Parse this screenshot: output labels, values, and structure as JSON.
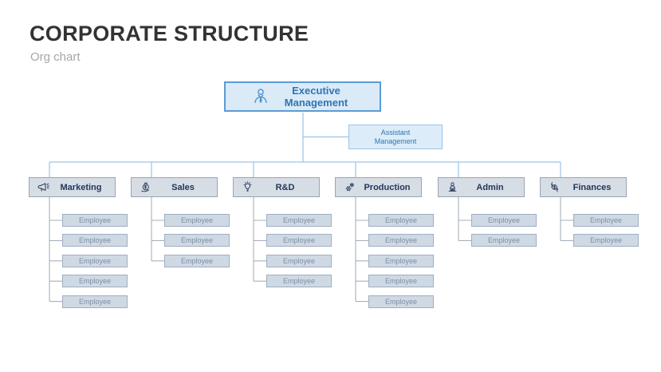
{
  "slide": {
    "title": "CORPORATE STRUCTURE",
    "subtitle": "Org chart"
  },
  "org": {
    "root": {
      "label": "Executive Management",
      "icon": "person-tie-icon"
    },
    "assistant": {
      "label": "Assistant Management"
    },
    "departments": [
      {
        "label": "Marketing",
        "icon": "megaphone-icon",
        "employees": [
          "Employee",
          "Employee",
          "Employee",
          "Employee",
          "Employee"
        ]
      },
      {
        "label": "Sales",
        "icon": "money-bag-icon",
        "employees": [
          "Employee",
          "Employee",
          "Employee"
        ]
      },
      {
        "label": "R&D",
        "icon": "lightbulb-icon",
        "employees": [
          "Employee",
          "Employee",
          "Employee",
          "Employee"
        ]
      },
      {
        "label": "Production",
        "icon": "gears-icon",
        "employees": [
          "Employee",
          "Employee",
          "Employee",
          "Employee",
          "Employee"
        ]
      },
      {
        "label": "Admin",
        "icon": "person-desk-icon",
        "employees": [
          "Employee",
          "Employee"
        ]
      },
      {
        "label": "Finances",
        "icon": "coin-exchange-icon",
        "employees": [
          "Employee",
          "Employee"
        ]
      }
    ]
  },
  "colors": {
    "title_text": "#333333",
    "subtitle_text": "#a6a6a6",
    "exec_fill": "#daeaf7",
    "exec_border": "#5b9bd5",
    "exec_text": "#2e75b6",
    "assistant_fill": "#dcecf9",
    "assistant_border": "#9dc3e6",
    "dept_fill": "#d7dde5",
    "dept_border": "#9aa5b2",
    "dept_text": "#20375c",
    "employee_fill": "#cfd9e4",
    "employee_border": "#a0afc2",
    "employee_text": "#7d8ea6",
    "connector_blue": "#9dc3e6",
    "connector_gray": "#a7b0bc"
  }
}
